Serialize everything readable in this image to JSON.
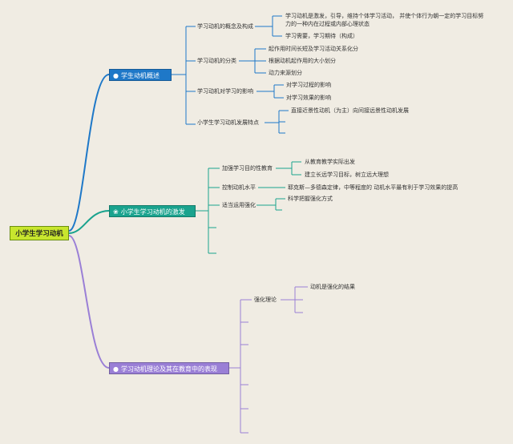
{
  "root": {
    "label": "小学生学习动机"
  },
  "branches": [
    {
      "label": "学生动机概述",
      "icon": "droplet-icon",
      "color": "#1e78c8",
      "children": [
        {
          "label": "学习动机的概念及构成",
          "children": [
            {
              "label": "学习动机是激发，引导，维持个体学习活动， 并使个体行为朝一定的学习目标努"
            },
            {
              "label": "力的一种内在过程或内部心理状态"
            },
            {
              "label": "学习需要，学习期待（构成）"
            }
          ]
        },
        {
          "label": "学习动机的分类",
          "children": [
            {
              "label": "起作用时间长短及学习活动关系化分"
            },
            {
              "label": "根据动机起作用的大小划分"
            },
            {
              "label": "动力来源划分"
            }
          ]
        },
        {
          "label": "学习动机对学习的影响",
          "children": [
            {
              "label": "对学习过程的影响"
            },
            {
              "label": "对学习效果的影响"
            }
          ]
        },
        {
          "label": "小学生学习动机发展特点",
          "children": [
            {
              "label": "直接近景性动机（为主）向间接远景性动机发展"
            }
          ]
        }
      ]
    },
    {
      "label": "小学生学习动机的激发",
      "icon": "flower-icon",
      "color": "#1aa38e",
      "children": [
        {
          "label": "加强学习目的性教育",
          "children": [
            {
              "label": "从教育教学实际出发"
            },
            {
              "label": "建立长远学习目标，树立远大理想"
            }
          ]
        },
        {
          "label": "控制动机水平",
          "children": [
            {
              "label": "耶克斯—多德森定律，中等程度的 动机水平最有利于学习效果的提高"
            }
          ]
        },
        {
          "label": "适当运用强化",
          "children": [
            {
              "label": "科学把握强化方式"
            }
          ]
        }
      ]
    },
    {
      "label": "学习动机理论及其在教育中的表现",
      "icon": "droplet-icon",
      "color": "#9a7fd6",
      "children": [
        {
          "label": "强化理论",
          "children": [
            {
              "label": "动机是强化的结果"
            }
          ]
        }
      ]
    }
  ],
  "colors": {
    "root_fill": "#c8e62e",
    "line_blue": "#1e78c8",
    "line_teal": "#1aa38e",
    "line_purple": "#9a7fd6",
    "background": "#f0ece3"
  }
}
